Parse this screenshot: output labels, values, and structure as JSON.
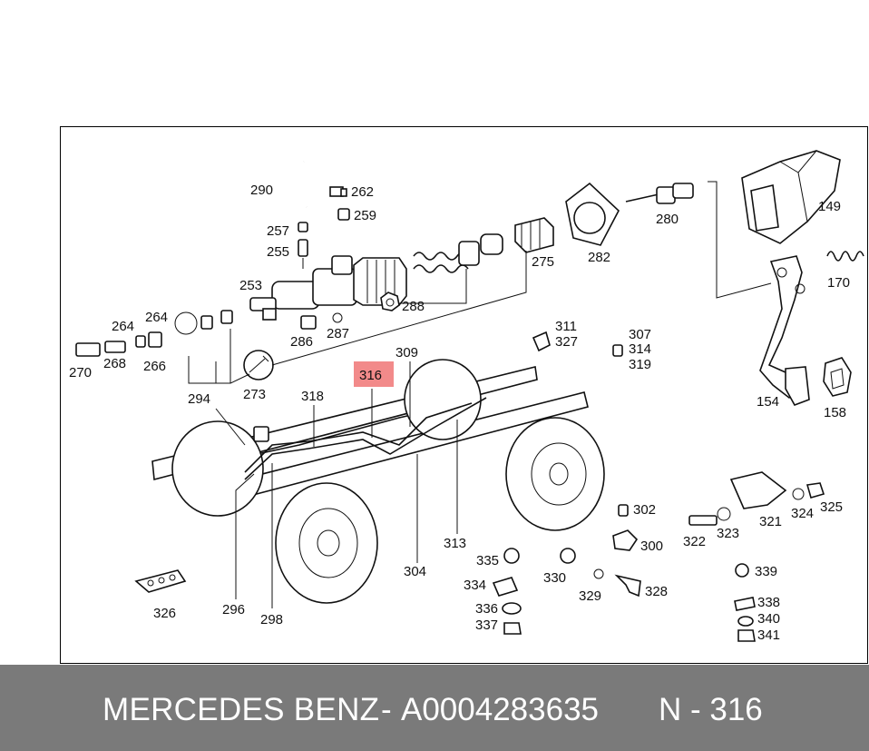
{
  "diagram": {
    "highlighted_label": "316",
    "labels": [
      {
        "id": "290",
        "text": "290"
      },
      {
        "id": "262",
        "text": "262"
      },
      {
        "id": "259",
        "text": "259"
      },
      {
        "id": "257",
        "text": "257"
      },
      {
        "id": "255",
        "text": "255"
      },
      {
        "id": "253",
        "text": "253"
      },
      {
        "id": "288",
        "text": "288"
      },
      {
        "id": "275",
        "text": "275"
      },
      {
        "id": "282",
        "text": "282"
      },
      {
        "id": "280",
        "text": "280"
      },
      {
        "id": "149",
        "text": "149"
      },
      {
        "id": "170",
        "text": "170"
      },
      {
        "id": "264a",
        "text": "264"
      },
      {
        "id": "264b",
        "text": "264"
      },
      {
        "id": "286",
        "text": "286"
      },
      {
        "id": "287",
        "text": "287"
      },
      {
        "id": "270",
        "text": "270"
      },
      {
        "id": "268",
        "text": "268"
      },
      {
        "id": "266",
        "text": "266"
      },
      {
        "id": "311",
        "text": "311"
      },
      {
        "id": "327",
        "text": "327"
      },
      {
        "id": "307",
        "text": "307"
      },
      {
        "id": "314",
        "text": "314"
      },
      {
        "id": "319",
        "text": "319"
      },
      {
        "id": "309",
        "text": "309"
      },
      {
        "id": "316",
        "text": "316"
      },
      {
        "id": "273",
        "text": "273"
      },
      {
        "id": "294",
        "text": "294"
      },
      {
        "id": "318",
        "text": "318"
      },
      {
        "id": "154",
        "text": "154"
      },
      {
        "id": "158",
        "text": "158"
      },
      {
        "id": "302",
        "text": "302"
      },
      {
        "id": "325",
        "text": "325"
      },
      {
        "id": "324",
        "text": "324"
      },
      {
        "id": "321",
        "text": "321"
      },
      {
        "id": "323",
        "text": "323"
      },
      {
        "id": "322",
        "text": "322"
      },
      {
        "id": "300",
        "text": "300"
      },
      {
        "id": "313",
        "text": "313"
      },
      {
        "id": "335",
        "text": "335"
      },
      {
        "id": "330",
        "text": "330"
      },
      {
        "id": "339",
        "text": "339"
      },
      {
        "id": "334",
        "text": "334"
      },
      {
        "id": "329",
        "text": "329"
      },
      {
        "id": "328",
        "text": "328"
      },
      {
        "id": "304",
        "text": "304"
      },
      {
        "id": "338",
        "text": "338"
      },
      {
        "id": "336",
        "text": "336"
      },
      {
        "id": "340",
        "text": "340"
      },
      {
        "id": "337",
        "text": "337"
      },
      {
        "id": "341",
        "text": "341"
      },
      {
        "id": "326",
        "text": "326"
      },
      {
        "id": "296",
        "text": "296"
      },
      {
        "id": "298",
        "text": "298"
      }
    ]
  },
  "footer": {
    "brand": "MERCEDES BENZ",
    "separator": "-",
    "part_number": "A0004283635",
    "position": "N - 316",
    "background": "#7a7a7a",
    "text_color": "#ffffff",
    "highlight_color": "#f28a8a"
  }
}
